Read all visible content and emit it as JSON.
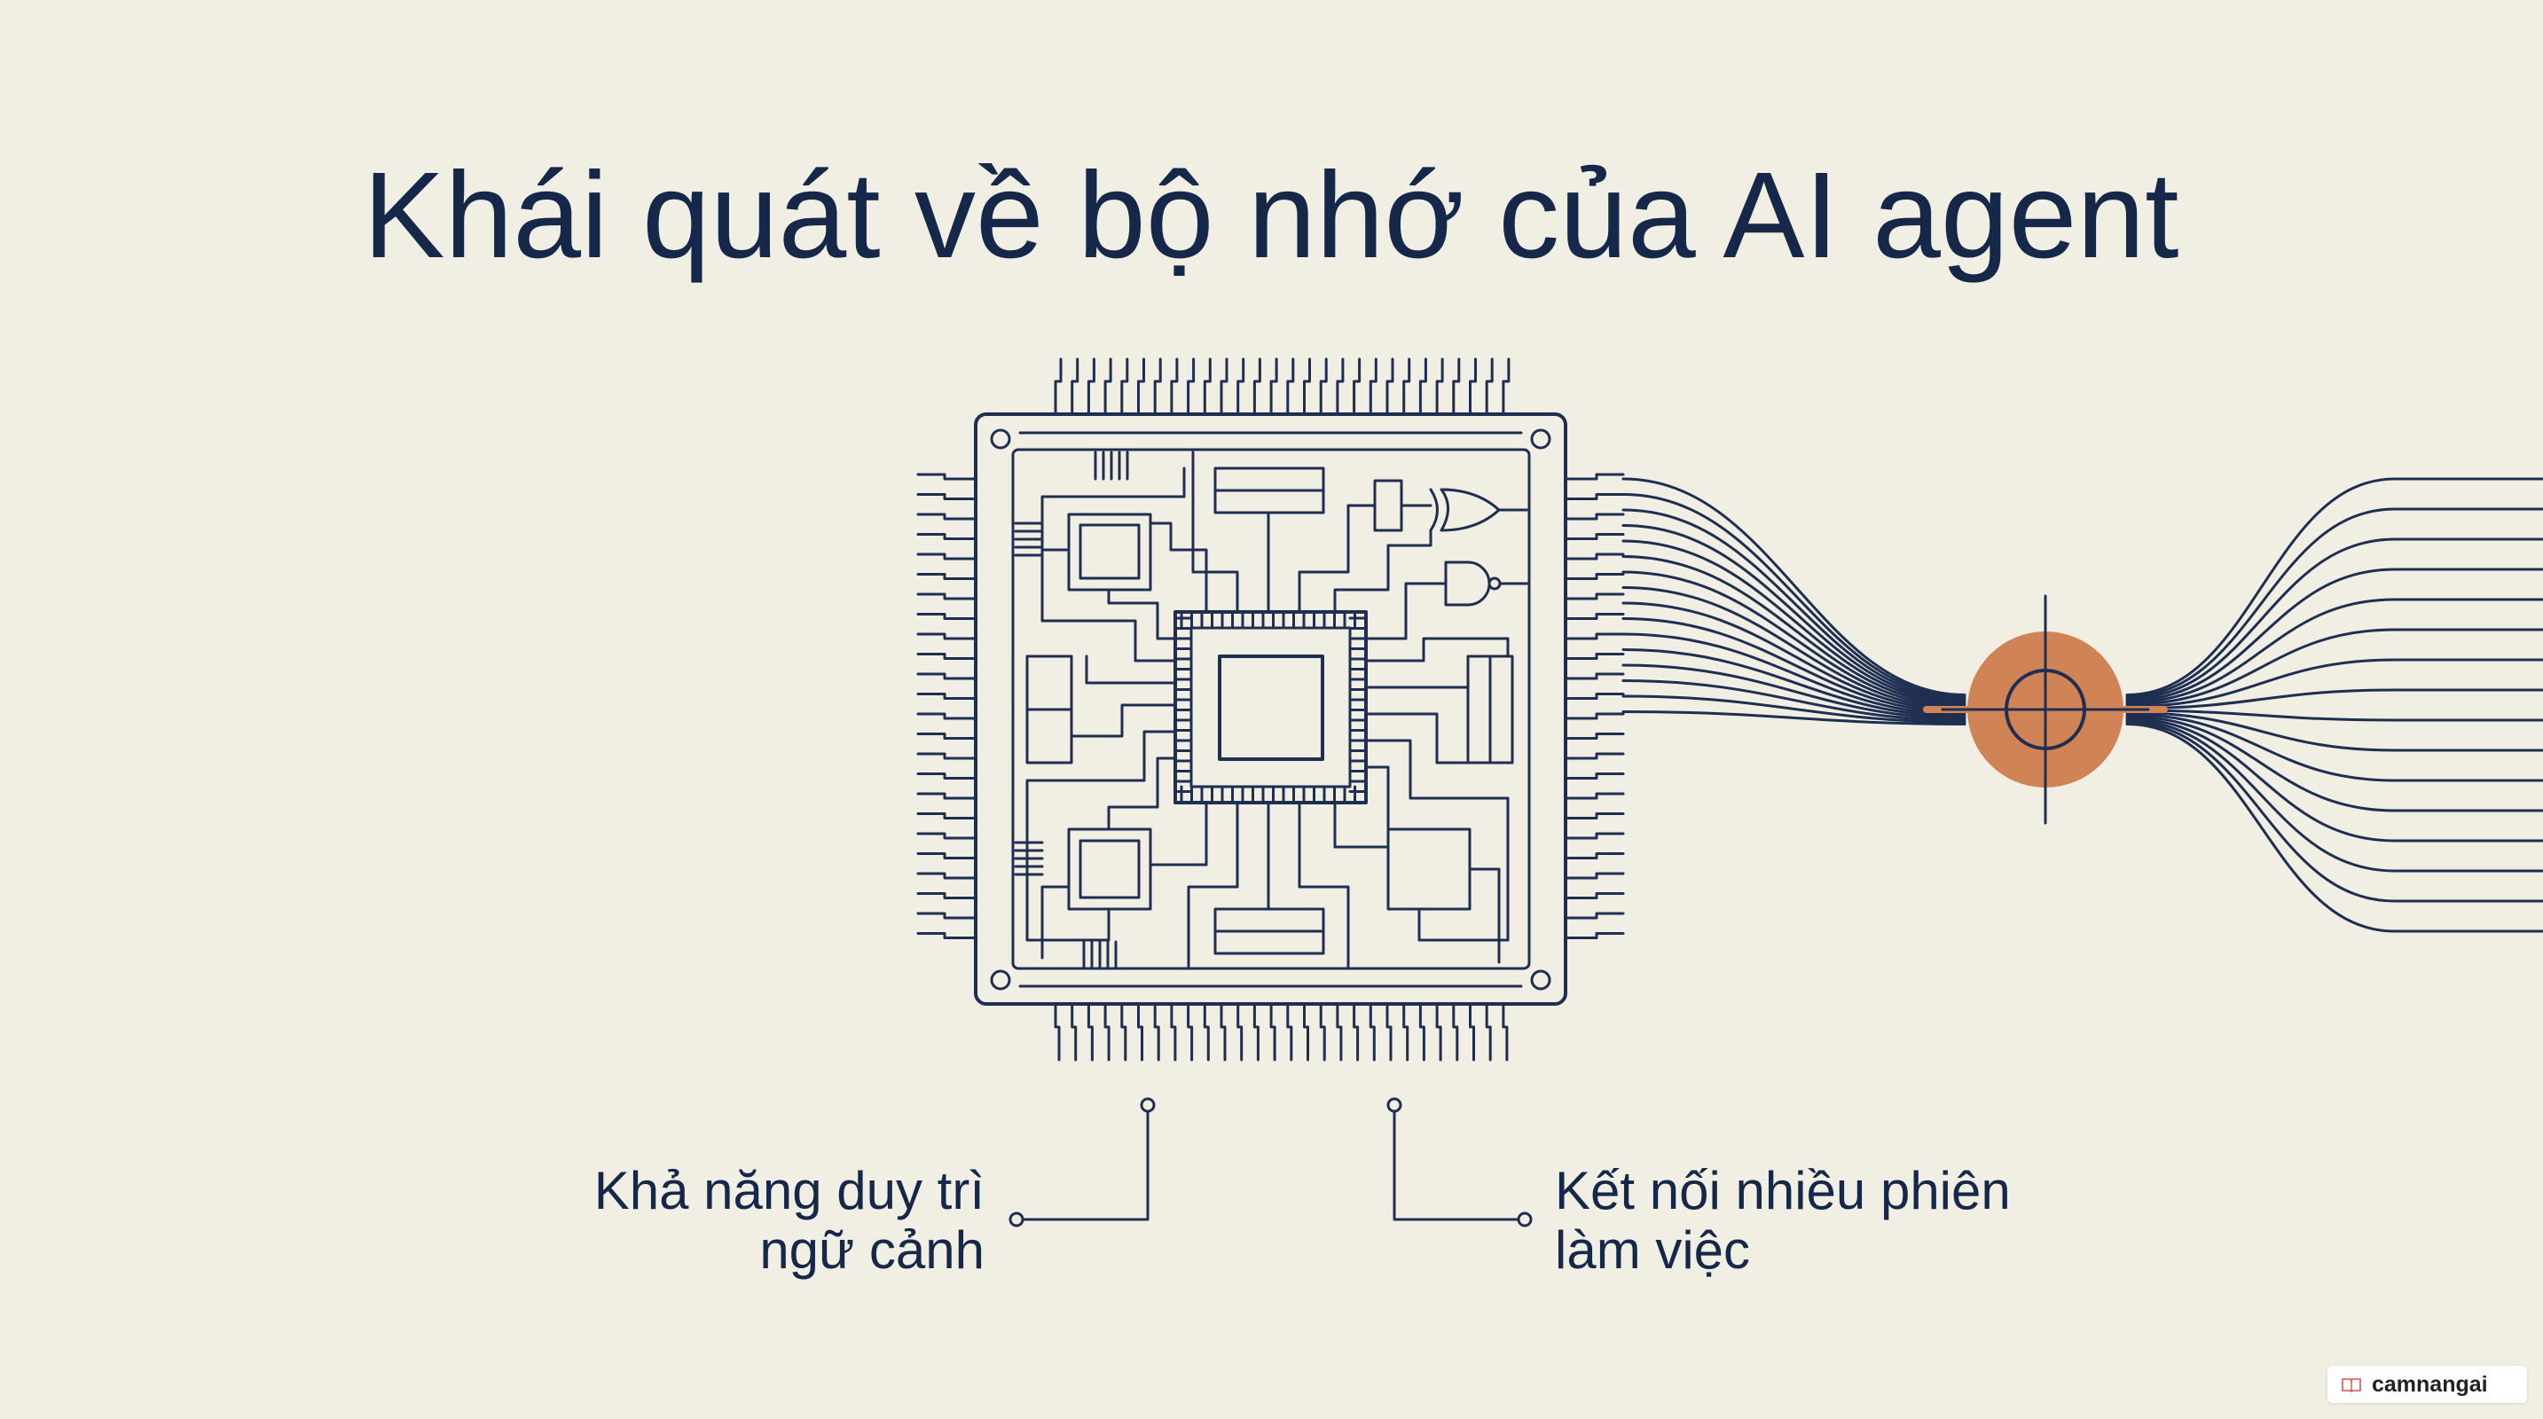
{
  "title": "Khái quát về bộ nhớ của AI agent",
  "labels": {
    "left_line1": "Khả năng duy trì",
    "left_line2": "ngữ cảnh",
    "right_line1": "Kết nối nhiều phiên",
    "right_line2": "làm việc"
  },
  "watermark": {
    "text": "camnangai",
    "icon": "book-icon"
  },
  "colors": {
    "background": "#f1eee4",
    "ink": "#15284a",
    "accent": "#d08456"
  }
}
